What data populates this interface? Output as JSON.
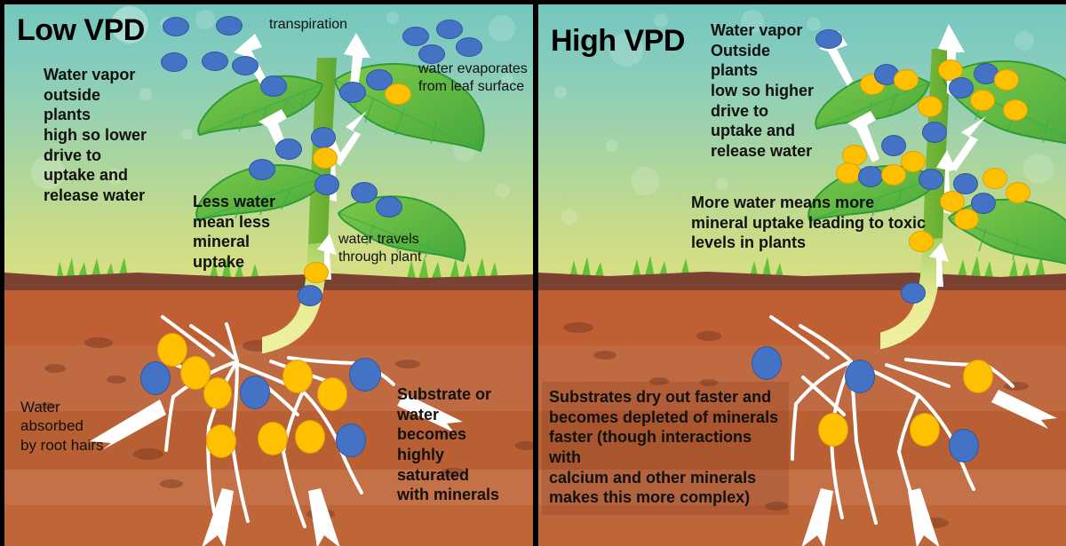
{
  "diagram": {
    "type": "vpd-comparison",
    "panels": [
      {
        "id": "low-vpd",
        "title": "Low VPD",
        "labels": {
          "vapor_note": "Water vapor\noutside\nplants\nhigh so lower\ndrive to\nuptake and\nrelease water",
          "transpiration": "transpiration",
          "evaporation": "water evaporates\nfrom leaf surface",
          "mineral_note": "Less water\nmean less\nmineral\nuptake",
          "travel": "water travels\nthrough plant",
          "root_note": "Water\nabsorbed\nby root hairs",
          "substrate_note": "Substrate or\nwater\nbecomes\nhighly\nsaturated\nwith minerals"
        },
        "counts": {
          "air_water_dots": 8,
          "leaf_water_dots": 8,
          "leaf_mineral_dots": 1,
          "stem_water_dots": 3,
          "stem_mineral_dots": 2,
          "soil_water_dots": 5,
          "soil_mineral_dots": 8
        }
      },
      {
        "id": "high-vpd",
        "title": "High VPD",
        "labels": {
          "vapor_note": "Water vapor\nOutside\nplants\nlow so higher\ndrive to\nuptake and\nrelease water",
          "mineral_note": "More water means more\nmineral uptake leading to toxic\nlevels in plants",
          "substrate_note": "Substrates dry out faster and\nbecomes depleted of minerals\nfaster (though interactions with\ncalcium and other minerals\nmakes this more complex)"
        },
        "counts": {
          "air_water_dots": 1,
          "leaf_water_dots": 8,
          "leaf_mineral_dots": 14,
          "stem_water_dots": 3,
          "stem_mineral_dots": 2,
          "soil_water_dots": 3,
          "soil_mineral_dots": 3
        }
      }
    ],
    "legend": {
      "water_droplet_color": "#4472c4",
      "mineral_color": "#ffc000",
      "leaf_color": "#4caf50",
      "stem_color": "#8bc34a",
      "soil_color": "#bf5f33",
      "sky_top": "#74c7bd",
      "sky_bottom": "#d8df84",
      "arrow_color": "#ffffff"
    }
  }
}
